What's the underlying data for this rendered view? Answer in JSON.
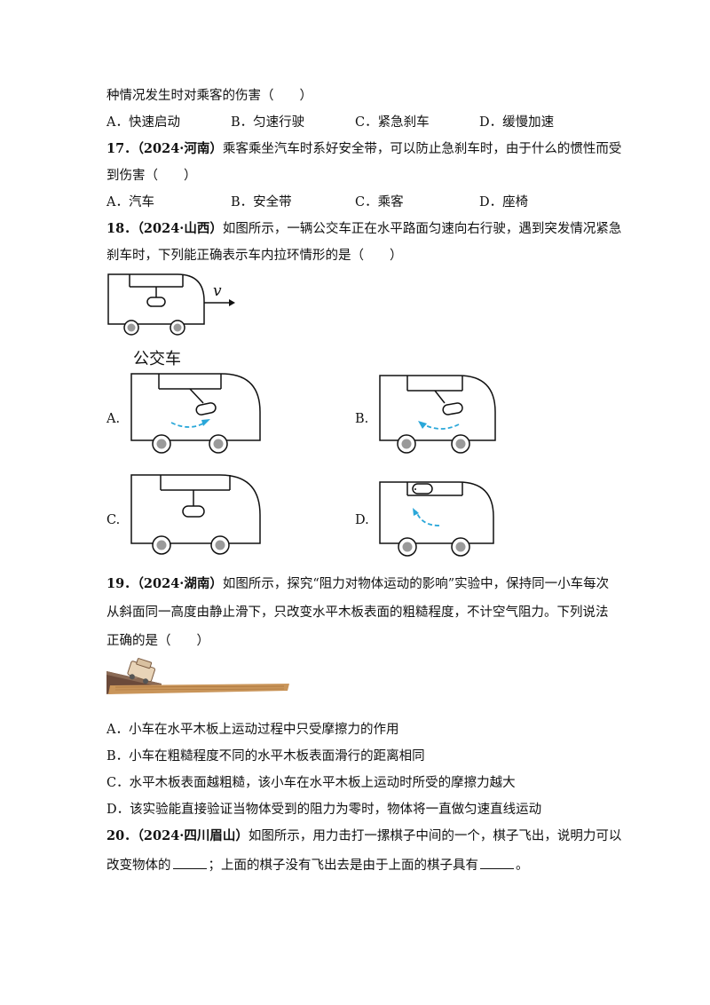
{
  "q16": {
    "stem_tail": "种情况发生时对乘客的伤害（　　）",
    "options": [
      "A．快速启动",
      "B．匀速行驶",
      "C．紧急刹车",
      "D．缓慢加速"
    ]
  },
  "q17": {
    "number": "17．",
    "source": "（2024·河南）",
    "stem_line1": "乘客乘坐汽车时系好安全带，可以防止急刹车时，由于什么的惯性而受",
    "stem_line2": "到伤害（　　）",
    "options": [
      "A．汽车",
      "B．安全带",
      "C．乘客",
      "D．座椅"
    ]
  },
  "q18": {
    "number": "18．",
    "source": "（2024·山西）",
    "stem_line1": "如图所示，一辆公交车正在水平路面匀速向右行驶，遇到突发情况紧急",
    "stem_line2": "刹车时，下列能正确表示车内拉环情形的是（　　）",
    "figure_velocity_label": "v",
    "figure_caption": "公交车",
    "choice_labels": [
      "A.",
      "B.",
      "C.",
      "D."
    ]
  },
  "q19": {
    "number": "19．",
    "source": "（2024·湖南）",
    "stem_line1": "如图所示，探究“阻力对物体运动的影响”实验中，保持同一小车每次",
    "stem_line2": "从斜面同一高度由静止滑下，只改变水平木板表面的粗糙程度，不计空气阻力。下列说法",
    "stem_line3": "正确的是（　　）",
    "options": [
      "A．小车在水平木板上运动过程中只受摩擦力的作用",
      "B．小车在粗糙程度不同的水平木板表面滑行的距离相同",
      "C．水平木板表面越粗糙，该小车在水平木板上运动时所受的摩擦力越大",
      "D．该实验能直接验证当物体受到的阻力为零时，物体将一直做匀速直线运动"
    ]
  },
  "q20": {
    "number": "20．",
    "source": "（2024·四川眉山）",
    "stem_line1": "如图所示，用力击打一摞棋子中间的一个，棋子飞出，说明力可以",
    "stem_part_a": "改变物体的",
    "stem_part_b": "；上面的棋子没有飞出去是由于上面的棋子具有",
    "stem_part_c": "。"
  },
  "colors": {
    "arrow": "#2aa7d9",
    "wheel": "#9a9a9a",
    "wood": "#c9955a",
    "ramp": "#6b4a3a"
  }
}
